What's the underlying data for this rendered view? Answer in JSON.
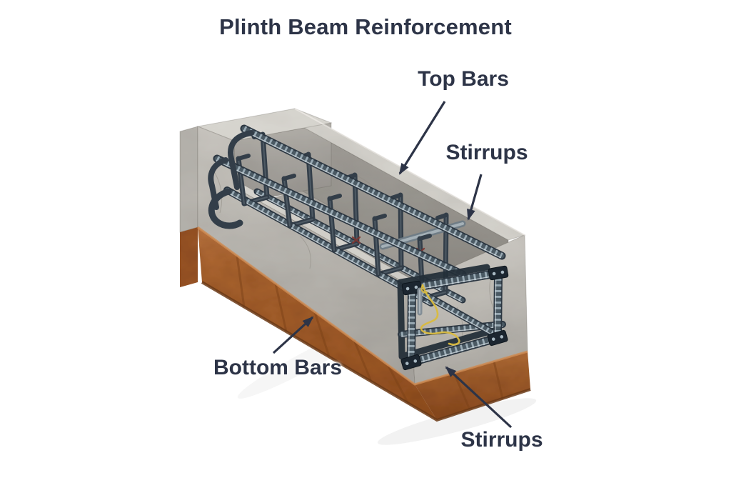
{
  "title": "Plinth Beam Reinforcement",
  "labels": {
    "top_bars": "Top Bars",
    "stirrups_upper": "Stirrups",
    "bottom_bars": "Bottom Bars",
    "stirrups_lower": "Stirrups"
  },
  "colors": {
    "background": "#ffffff",
    "text": "#2d3447",
    "arrow": "#2d3447",
    "concrete_light": "#dcdad4",
    "concrete_mid": "#c9c7c1",
    "concrete_shadow": "#8e8b85",
    "brick": "#b06a33",
    "brick_dark": "#8a4a1f",
    "steel_dark": "#2b3641",
    "steel_rib": "#a2b3bd",
    "tie_wire": "#d9ba3e"
  }
}
